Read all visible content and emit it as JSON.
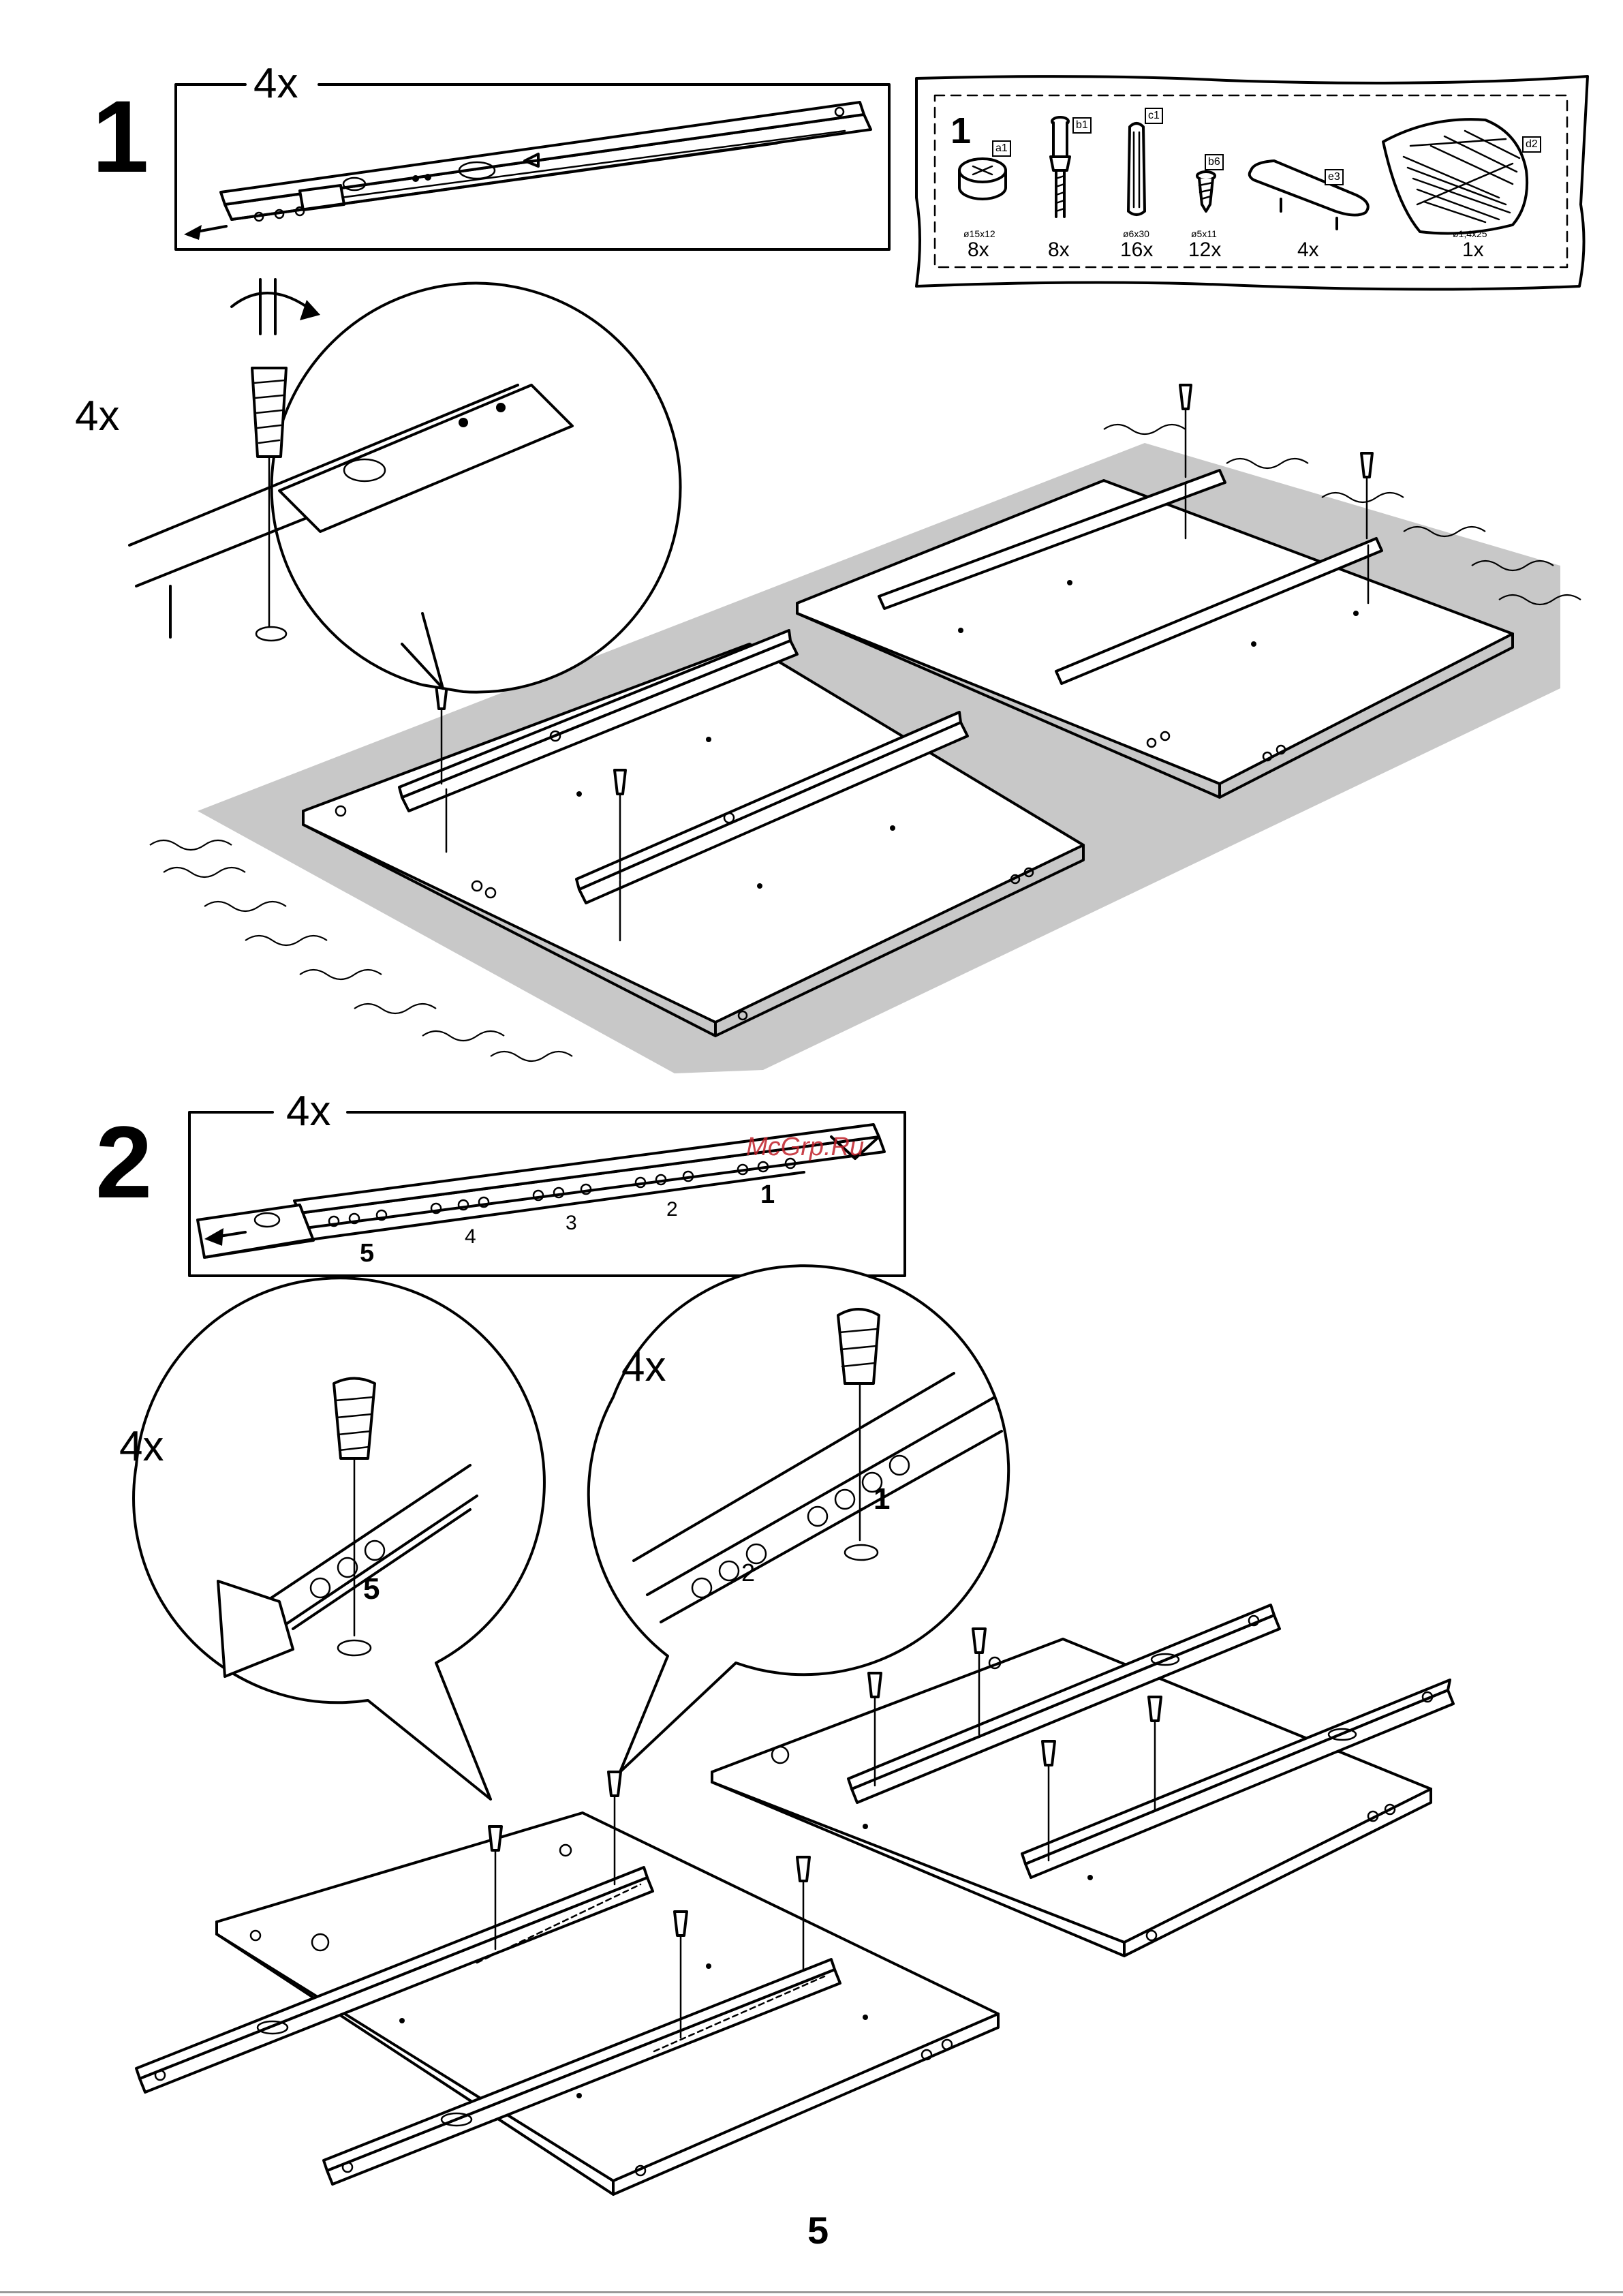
{
  "step1": {
    "number": "1",
    "rail_qty": "4x",
    "detail_qty": "4x",
    "parts_panel": {
      "step_number": "1",
      "parts": [
        {
          "tag": "a1",
          "dimension": "ø15x12",
          "qty": "8x",
          "icon": "cam-lock-icon"
        },
        {
          "tag": "b1",
          "dimension": "",
          "qty": "8x",
          "icon": "cam-bolt-icon"
        },
        {
          "tag": "c1",
          "dimension": "ø6x30",
          "qty": "16x",
          "icon": "wood-dowel-icon"
        },
        {
          "tag": "b6",
          "dimension": "ø5x11",
          "qty": "12x",
          "icon": "screw-icon"
        },
        {
          "tag": "e3",
          "dimension": "",
          "qty": "4x",
          "icon": "handle-icon"
        },
        {
          "tag": "d2",
          "dimension": "ø1,4x25",
          "qty": "1x",
          "icon": "nails-bag-icon"
        }
      ]
    }
  },
  "step2": {
    "number": "2",
    "rail_qty": "4x",
    "rail_positions": [
      "5",
      "4",
      "3",
      "2",
      "1"
    ],
    "detail_left_qty": "4x",
    "detail_left_position": "5",
    "detail_right_qty": "4x",
    "detail_right_positions": [
      "1",
      "2"
    ]
  },
  "watermark": "McGrp.Ru",
  "page_number": "5"
}
